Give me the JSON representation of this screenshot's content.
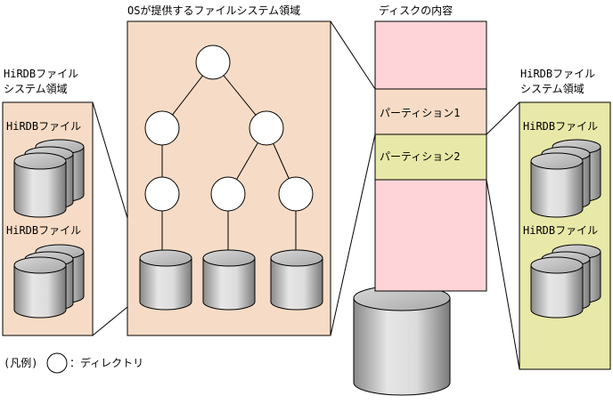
{
  "diagram": {
    "os_area_title": "OSが提供するファイルシステム領域",
    "disk_contents_title": "ディスクの内容",
    "partition_1": "パーティション1",
    "partition_2": "パーティション2",
    "left_area": {
      "title_line1": "HiRDBファイル",
      "title_line2": "システム領域",
      "file_label_1": "HiRDBファイル",
      "file_label_2": "HiRDBファイル"
    },
    "right_area": {
      "title_line1": "HiRDBファイル",
      "title_line2": "システム領域",
      "file_label_1": "HiRDBファイル",
      "file_label_2": "HiRDBファイル"
    },
    "legend": {
      "prefix": "(凡例)",
      "description": "：ディレクトリ"
    },
    "colors": {
      "os_area_fill": "#F6DCC6",
      "left_area_fill": "#F6DCC6",
      "disk_top_fill": "#FFD4D8",
      "partition1_fill": "#F6DCC6",
      "partition2_fill": "#E8E8A8",
      "right_area_fill": "#E8E8A8"
    }
  }
}
